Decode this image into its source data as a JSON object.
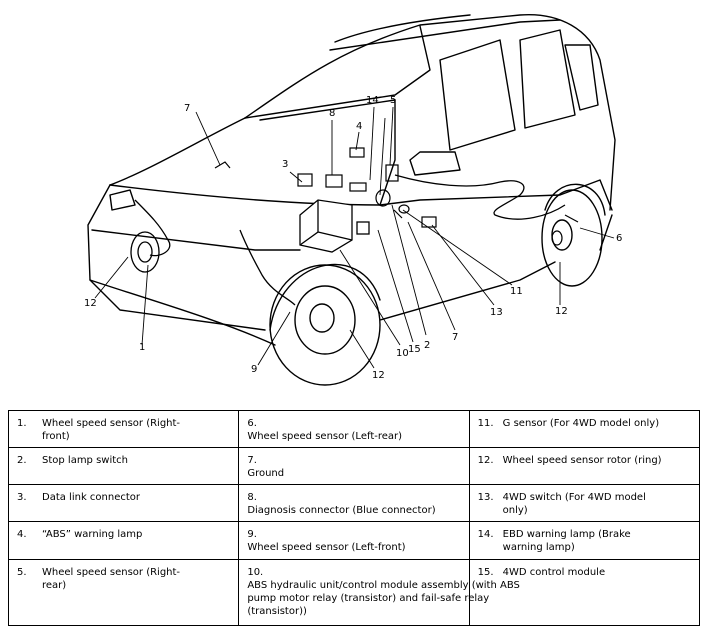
{
  "diagram": {
    "callouts": [
      "1",
      "2",
      "3",
      "4",
      "5",
      "6",
      "7",
      "7",
      "8",
      "9",
      "10",
      "11",
      "12",
      "12",
      "12",
      "13",
      "14",
      "15"
    ]
  },
  "legend": [
    {
      "num": "1.",
      "label": "Wheel speed sensor (Right-front)"
    },
    {
      "num": "2.",
      "label": "Stop lamp switch"
    },
    {
      "num": "3.",
      "label": "Data link connector"
    },
    {
      "num": "4.",
      "label": "“ABS” warning lamp"
    },
    {
      "num": "5.",
      "label": "Wheel speed sensor (Right-rear)"
    },
    {
      "num": "6.",
      "label": "Wheel speed sensor (Left-rear)"
    },
    {
      "num": "7.",
      "label": "Ground"
    },
    {
      "num": "8.",
      "label": "Diagnosis connector (Blue connector)"
    },
    {
      "num": "9.",
      "label": "Wheel speed sensor (Left-front)"
    },
    {
      "num": "10.",
      "label": "ABS hydraulic unit/control module assembly (with ABS pump motor relay (transistor) and fail-safe relay (transistor))"
    },
    {
      "num": "11.",
      "label": "G sensor (For 4WD model only)"
    },
    {
      "num": "12.",
      "label": "Wheel speed sensor rotor (ring)"
    },
    {
      "num": "13.",
      "label": "4WD switch (For 4WD model only)"
    },
    {
      "num": "14.",
      "label": "EBD warning lamp (Brake warning lamp)"
    },
    {
      "num": "15.",
      "label": "4WD control module"
    }
  ]
}
